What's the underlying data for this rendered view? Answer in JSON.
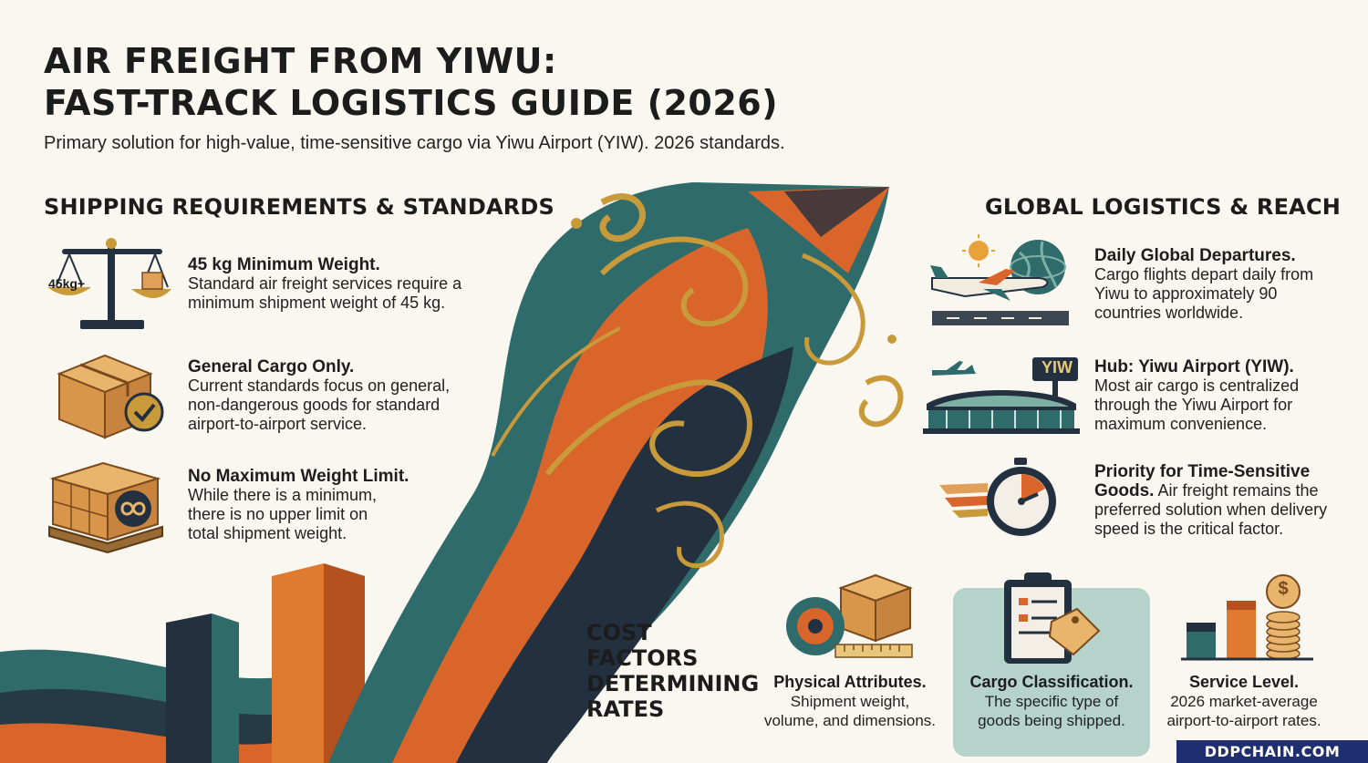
{
  "header": {
    "title_line1": "AIR FREIGHT FROM YIWU:",
    "title_line2": "FAST-TRACK LOGISTICS GUIDE (2026)",
    "subtitle": "Primary solution for high-value, time-sensitive cargo via Yiwu Airport (YIW). 2026 standards."
  },
  "requirements": {
    "heading": "SHIPPING REQUIREMENTS & STANDARDS",
    "items": [
      {
        "icon": "scale-icon",
        "icon_label": "45kg+",
        "title": "45 kg Minimum Weight.",
        "lines": [
          "Standard air freight services require a",
          "minimum shipment weight of 45 kg."
        ]
      },
      {
        "icon": "cargo-box-check-icon",
        "title": "General Cargo Only.",
        "lines": [
          "Current standards focus on general,",
          "non-dangerous goods for standard",
          "airport-to-airport service."
        ]
      },
      {
        "icon": "pallet-infinity-icon",
        "title": "No Maximum Weight Limit.",
        "lines": [
          "While there is a minimum,",
          "there is no upper limit on",
          "total shipment weight."
        ]
      }
    ]
  },
  "global": {
    "heading": "GLOBAL LOGISTICS & REACH",
    "items": [
      {
        "icon": "plane-globe-icon",
        "title": "Daily Global Departures.",
        "lines": [
          "Cargo flights depart daily from",
          "Yiwu to approximately 90",
          "countries worldwide."
        ]
      },
      {
        "icon": "airport-terminal-icon",
        "icon_label": "YIW",
        "title": "Hub: Yiwu Airport (YIW).",
        "lines": [
          "Most air cargo is centralized",
          "through the Yiwu Airport for",
          "maximum convenience."
        ]
      },
      {
        "icon": "winged-stopwatch-icon",
        "title_lines": [
          "Priority for Time-Sensitive",
          "Goods."
        ],
        "title_tail": " Air freight remains the",
        "lines": [
          "preferred solution when delivery",
          "speed is the critical factor."
        ]
      }
    ]
  },
  "costs": {
    "heading_lines": [
      "COST FACTORS",
      "DETERMINING",
      "RATES"
    ],
    "items": [
      {
        "icon": "box-measure-icon",
        "title": "Physical Attributes.",
        "lines": [
          "Shipment weight,",
          "volume, and dimensions."
        ]
      },
      {
        "icon": "clipboard-tag-icon",
        "title": "Cargo Classification.",
        "lines": [
          "The specific type of",
          "goods being shipped."
        ]
      },
      {
        "icon": "bars-coins-icon",
        "coin_symbol": "$",
        "title": "Service Level.",
        "lines": [
          "2026 market-average",
          "airport-to-airport rates."
        ]
      }
    ]
  },
  "footer": {
    "brand": "DDPCHAIN.COM"
  },
  "colors": {
    "teal": "#2f6b6b",
    "orange": "#d9652b",
    "gold": "#c99a3a",
    "navy": "#23303f",
    "cream": "#faf7f1"
  }
}
